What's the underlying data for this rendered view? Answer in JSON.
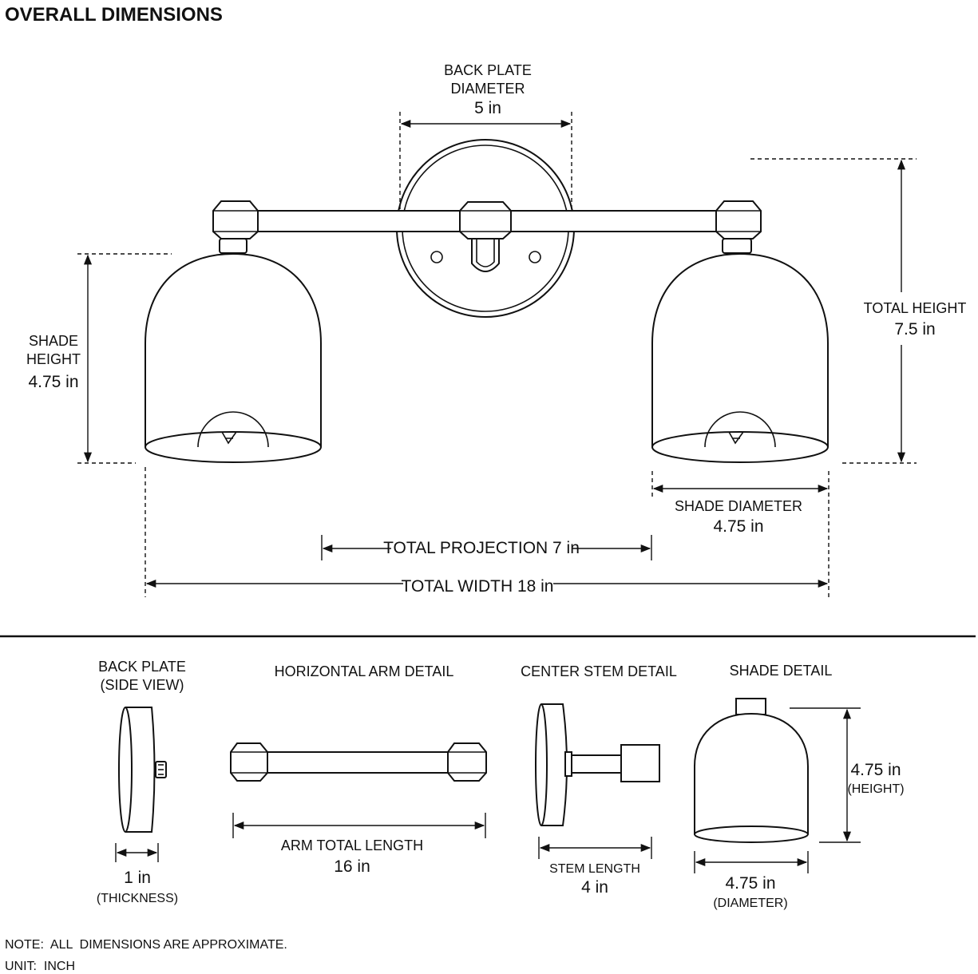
{
  "title": "OVERALL DIMENSIONS",
  "top": {
    "back_plate": {
      "label_1": "BACK PLATE",
      "label_2": "DIAMETER",
      "value": "5 in"
    },
    "total_height": {
      "label": "TOTAL HEIGHT",
      "value": "7.5 in"
    },
    "shade_height": {
      "label_1": "SHADE",
      "label_2": "HEIGHT",
      "value": "4.75 in"
    },
    "shade_diameter": {
      "label": "SHADE DIAMETER",
      "value": "4.75 in"
    },
    "total_projection": "TOTAL PROJECTION 7 in",
    "total_width": "TOTAL WIDTH 18 in"
  },
  "details": {
    "back_plate_side": {
      "title_1": "BACK PLATE",
      "title_2": "(SIDE VIEW)",
      "value": "1 in",
      "note": "(THICKNESS)"
    },
    "arm": {
      "title": "HORIZONTAL ARM DETAIL",
      "label": "ARM TOTAL LENGTH",
      "value": "16 in"
    },
    "stem": {
      "title": "CENTER STEM DETAIL",
      "label": "STEM LENGTH",
      "value": "4 in"
    },
    "shade": {
      "title": "SHADE DETAIL",
      "height_value": "4.75 in",
      "height_note": "(HEIGHT)",
      "diameter_value": "4.75 in",
      "diameter_note": "(DIAMETER)"
    }
  },
  "notes": {
    "line_1": "NOTE:  ALL  DIMENSIONS ARE APPROXIMATE.",
    "line_2": "UNIT:  INCH"
  }
}
